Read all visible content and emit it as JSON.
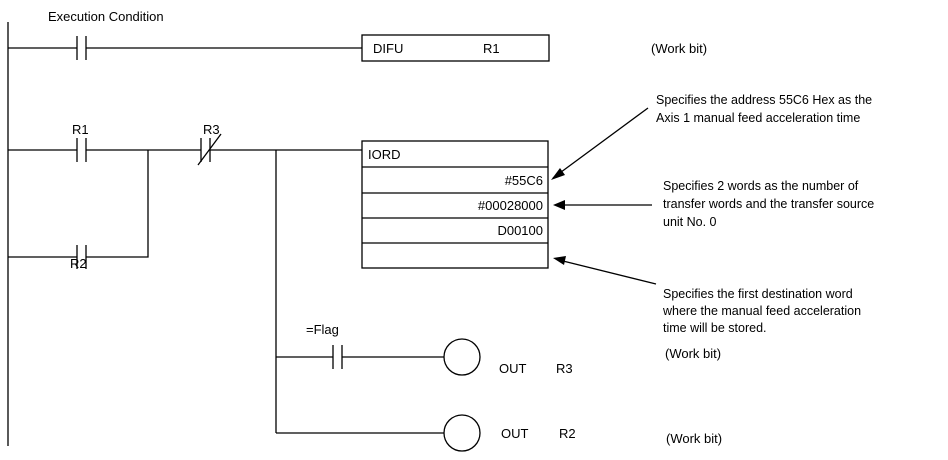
{
  "labels": {
    "execution_condition": "Execution Condition",
    "r1": "R1",
    "r2": "R2",
    "r3": "R3",
    "flag": "=Flag"
  },
  "difu": {
    "mnemonic": "DIFU",
    "operand": "R1",
    "note": "(Work bit)"
  },
  "iord": {
    "mnemonic": "IORD",
    "operand1": "#55C6",
    "operand2": "#00028000",
    "operand3": "D00100"
  },
  "annotations": {
    "a1": [
      "Specifies the address 55C6 Hex as the",
      "Axis 1 manual feed acceleration time"
    ],
    "a2": [
      "Specifies 2 words as the number of",
      "transfer words and the transfer source",
      "unit No. 0"
    ],
    "a3": [
      "Specifies the first destination word",
      "where the manual feed acceleration",
      "time will be stored."
    ]
  },
  "outputs": {
    "out1": {
      "instruction": "OUT",
      "operand": "R3",
      "note": "(Work bit)"
    },
    "out2": {
      "instruction": "OUT",
      "operand": "R2",
      "note": "(Work bit)"
    }
  }
}
